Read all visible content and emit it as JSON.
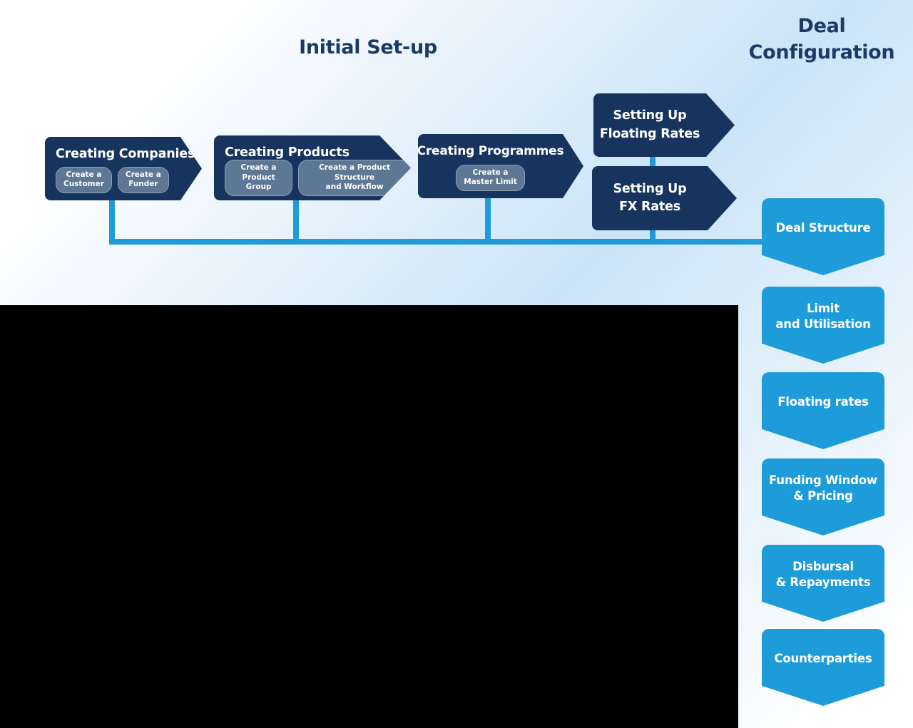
{
  "titles": {
    "initial_setup": "Initial Set-up",
    "deal_configuration": "Deal\nConfiguration"
  },
  "process_boxes": [
    {
      "title": "Creating Companies",
      "pills": [
        {
          "label": "Create a\nCustomer"
        },
        {
          "label": "Create a\nFunder"
        }
      ]
    },
    {
      "title": "Creating Products",
      "pills": [
        {
          "label": "Create a\nProduct Group"
        },
        {
          "label": "Create a Product Structure\nand Workflow"
        }
      ]
    },
    {
      "title": "Creating Programmes",
      "pills": [
        {
          "label": "Create a\nMaster Limit"
        }
      ]
    },
    {
      "title": "Setting Up\nFloating Rates",
      "pills": []
    },
    {
      "title": "Setting Up\nFX Rates",
      "pills": []
    }
  ],
  "deal_steps": [
    {
      "label": "Deal Structure"
    },
    {
      "label": "Limit\nand Utilisation"
    },
    {
      "label": "Floating rates"
    },
    {
      "label": "Funding Window\n& Pricing"
    },
    {
      "label": "Disbursal\n& Repayments"
    },
    {
      "label": "Counterparties"
    }
  ],
  "colors": {
    "navy_box": "#17345E",
    "pill_fill": "#5D7795",
    "pill_border": "#8BA0B5",
    "accent_blue": "#1E9CD9",
    "background_tint": "#CBE4F8",
    "title_text": "#1B3A66"
  }
}
